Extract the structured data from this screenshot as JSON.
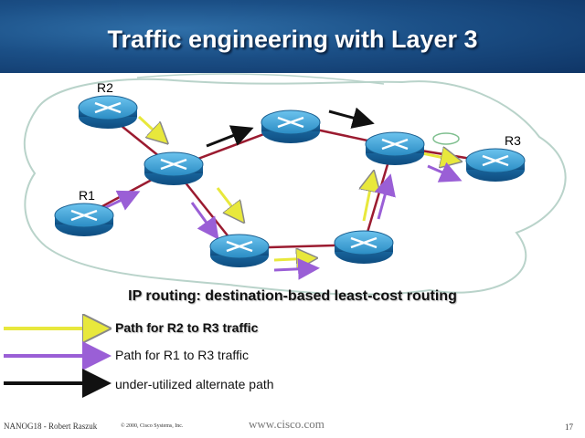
{
  "slide": {
    "title": "Traffic engineering with Layer 3",
    "caption": "IP routing: destination-based least-cost routing"
  },
  "routers": {
    "r1_label": "R1",
    "r2_label": "R2",
    "r3_label": "R3"
  },
  "legend": [
    {
      "text": "Path for R2 to R3 traffic",
      "color": "#f2f24a"
    },
    {
      "text": "Path for R1 to R3 traffic",
      "color": "#9a5fd6"
    },
    {
      "text": "under-utilized alternate path",
      "color": "#111111"
    }
  ],
  "footer": {
    "left": "NANOG18 - Robert Raszuk",
    "copyright": "© 2000, Cisco Systems, Inc.",
    "site": "www.cisco.com",
    "page": "17"
  },
  "colors": {
    "banner": "#1b4f86",
    "link": "#9b1b30",
    "router_top": "#3aa0d6",
    "router_body": "#1d6ea6",
    "cloud_outline": "#b9d3ca",
    "path_r2_r3": "#f2f24a",
    "path_r1_r3": "#9a5fd6",
    "path_alternate": "#111111"
  }
}
